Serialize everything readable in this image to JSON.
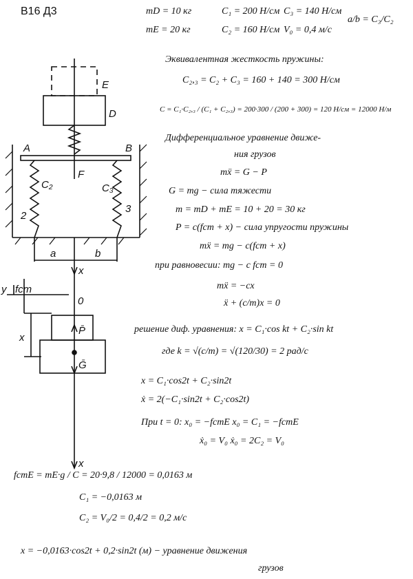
{
  "header": {
    "variant": "В16 Д3",
    "m_D": "mD = 10 кг",
    "m_E": "mE = 20 кг",
    "c1": "C₁ = 200 Н/см",
    "c3": "C₃ = 140 Н/см",
    "c2": "C₂ = 160 Н/см",
    "v0": "V₀ = 0,4 м/с",
    "ratio": "a/b = C₃/C₂"
  },
  "diagram": {
    "E": "E",
    "D": "D",
    "A": "A",
    "B": "B",
    "F": "F",
    "c2": "C₂",
    "n2": "2",
    "c3": "C₃",
    "n3": "3",
    "a": "a",
    "b": "b",
    "x_top": "x",
    "y": "y",
    "fst": "fст",
    "zero": "0",
    "x_side": "x",
    "P": "P̄",
    "G": "Ḡ",
    "x_bottom": "x"
  },
  "solution": [
    "Эквивалентная жесткость пружины:",
    "C₂,₃ = C₂ + C₃ = 160 + 140 = 300 Н/см",
    "C = C₁·C₂,₃ / (C₁ + C₂,₃) = 200·300 / (200 + 300) = 120 Н/см = 12000 Н/м",
    "Дифференциальное уравнение движе-",
    "ния грузов",
    "mẍ = G − P",
    "G = mg − сила тяжести",
    "m = mD + mE = 10 + 20 = 30 кг",
    "P = c(fст + x) − сила упругости пружины",
    "mẍ = mg − c(fст + x)",
    "при равновесии:  mg − c fст = 0",
    "mẍ = −cx",
    "ẍ + (c/m)x = 0",
    "решение диф. уравнения:  x = C₁·cos kt + C₂·sin kt",
    "где k = √(c/m) = √(120/30) = 2 рад/с",
    "x = C₁·cos2t + C₂·sin2t",
    "ẋ = 2(−C₁·sin2t + C₂·cos2t)",
    "При t = 0:   x₀ = −fстE        x₀ = C₁ = −fстE",
    "ẋ₀ = V₀          ẋ₀ = 2C₂ = V₀",
    "fстE = mE·g / C = 20·9,8 / 12000 = 0,0163 м",
    "C₁ = −0,0163 м",
    "C₂ = V₀/2 = 0,4/2 = 0,2 м/с",
    "x = −0,0163·cos2t + 0,2·sin2t  (м)  −  уравнение движения",
    "грузов"
  ]
}
